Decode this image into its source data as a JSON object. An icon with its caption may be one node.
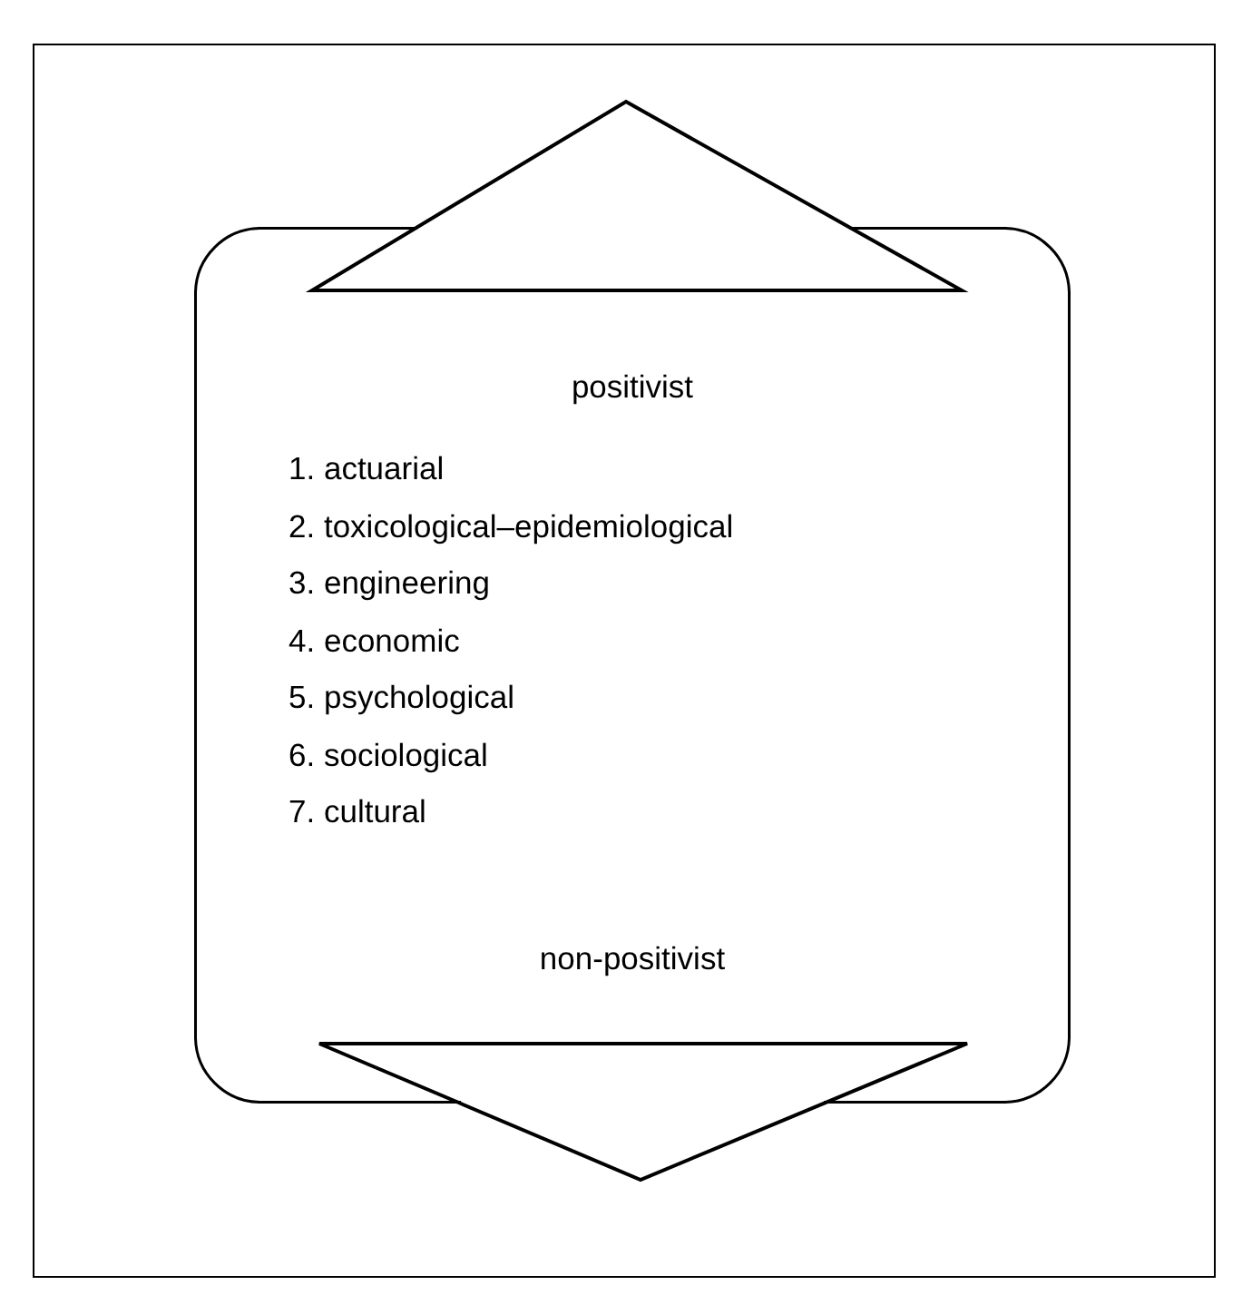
{
  "diagram": {
    "nodes": [
      {
        "text": [
          "positivist",
          "1. actuarial",
          "2. toxicological–epidemiological",
          "3. engineering",
          "4. economic",
          "5. psychological",
          "6. sociological",
          "7. cultural",
          "non-positivist"
        ]
      }
    ]
  }
}
